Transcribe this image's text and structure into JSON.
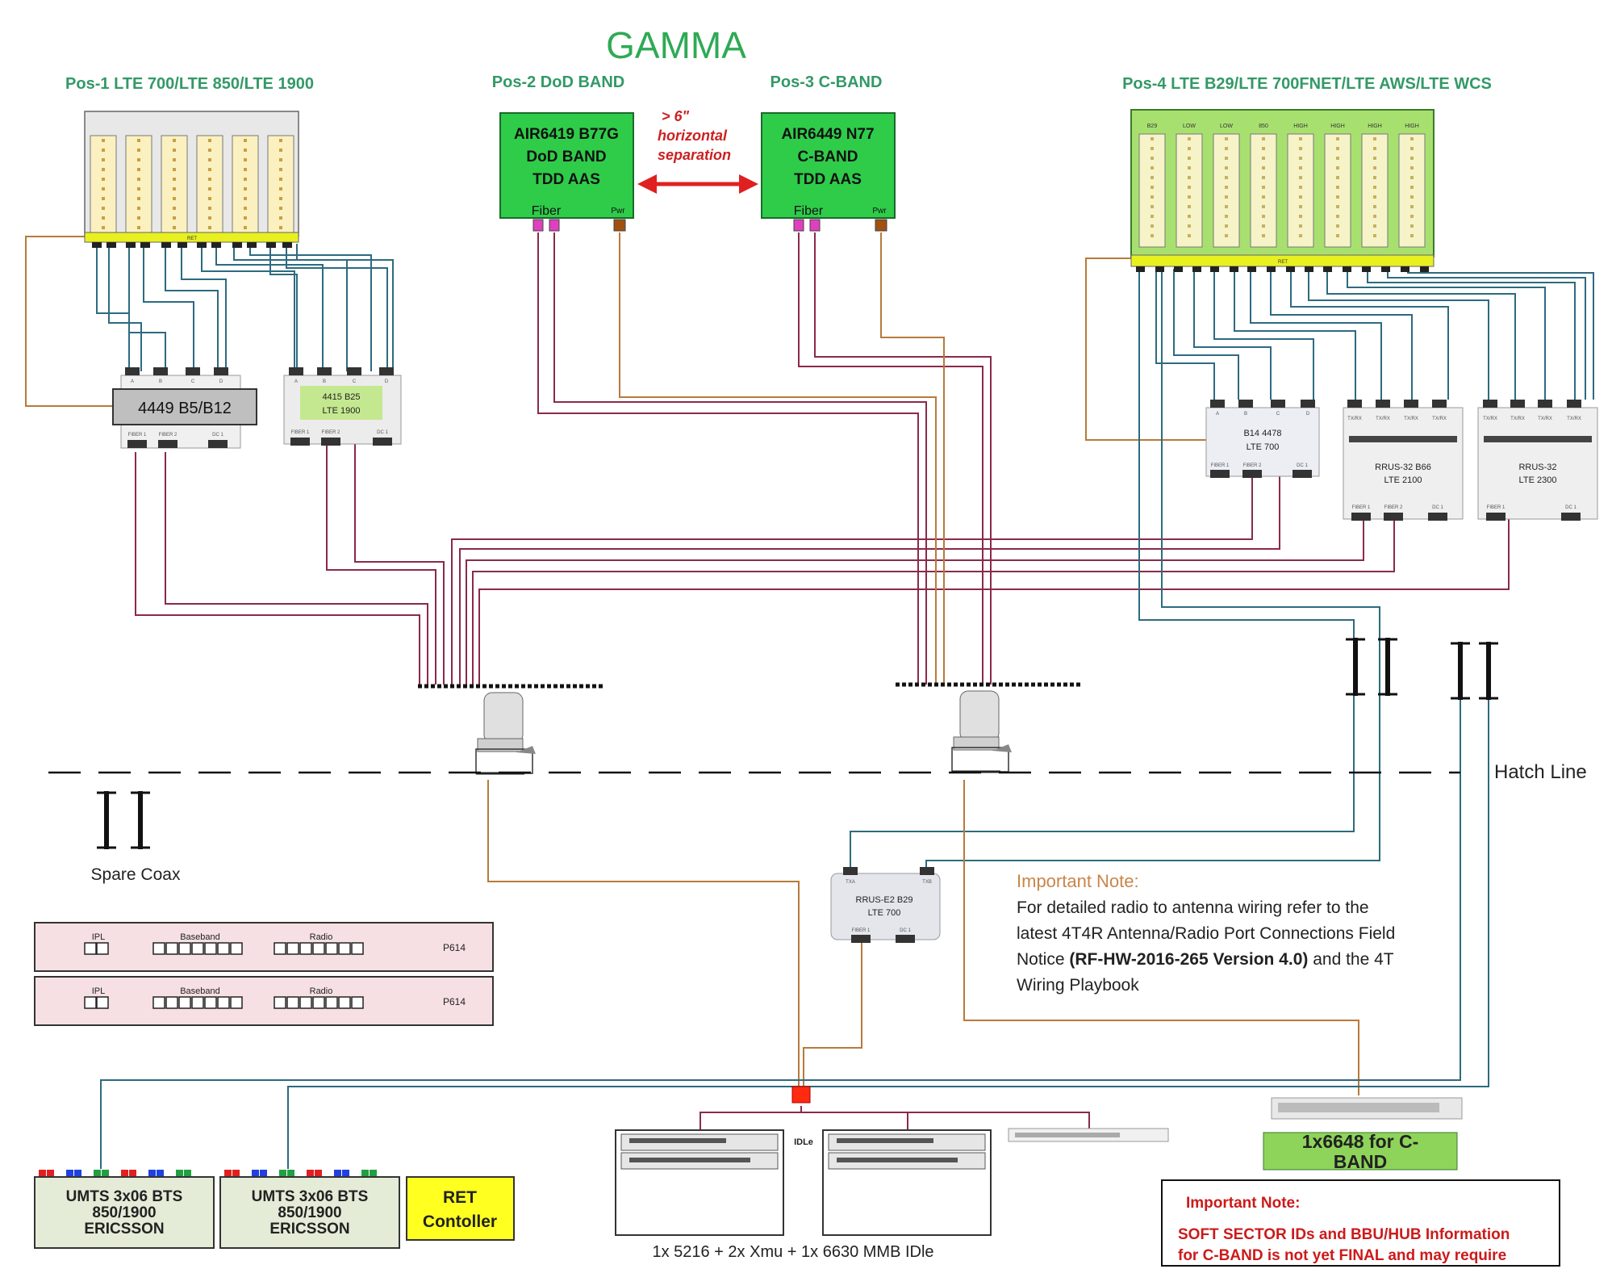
{
  "title": "GAMMA",
  "positions": {
    "pos1": "Pos-1 LTE 700/LTE 850/LTE 1900",
    "pos2": "Pos-2 DoD BAND",
    "pos3": "Pos-3 C-BAND",
    "pos4": "Pos-4 LTE B29/LTE 700FNET/LTE AWS/LTE WCS"
  },
  "air_dod": {
    "line1": "AIR6419 B77G",
    "line2": "DoD BAND",
    "line3": "TDD AAS",
    "fiber": "Fiber",
    "pwr": "Pwr"
  },
  "air_cband": {
    "line1": "AIR6449 N77",
    "line2": "C-BAND",
    "line3": "TDD AAS",
    "fiber": "Fiber",
    "pwr": "Pwr"
  },
  "separation": {
    "line1": "> 6\"",
    "line2": "horizontal",
    "line3": "separation"
  },
  "ret_label": "RET",
  "pos4_bands": [
    "B29",
    "LOW",
    "LOW",
    "850",
    "HIGH",
    "HIGH",
    "HIGH",
    "HIGH"
  ],
  "radios": {
    "r4449": {
      "label": "4449 B5/B12",
      "ports": [
        "A",
        "B",
        "C",
        "D"
      ],
      "bottom": [
        "FIBER 1",
        "FIBER 2",
        "DC 1"
      ]
    },
    "r4415": {
      "line1": "4415 B25",
      "line2": "LTE 1900",
      "ports": [
        "A",
        "B",
        "C",
        "D"
      ],
      "bottom": [
        "FIBER 1",
        "FIBER 2",
        "DC 1"
      ]
    },
    "rb14": {
      "line1": "B14 4478",
      "line2": "LTE 700",
      "ports": [
        "A",
        "B",
        "C",
        "D"
      ],
      "bottom": [
        "FIBER 1",
        "FIBER 2",
        "DC 1"
      ]
    },
    "rrus66": {
      "line1": "RRUS-32 B66",
      "line2": "LTE 2100",
      "ports": [
        "TX/RX",
        "TX/RX",
        "TX/RX",
        "TX/RX"
      ],
      "bottom": [
        "FIBER 1",
        "FIBER 2",
        "DC 1"
      ]
    },
    "rrus32": {
      "line1": "RRUS-32",
      "line2": "LTE 2300",
      "ports": [
        "TX/RX",
        "TX/RX",
        "TX/RX",
        "TX/RX"
      ],
      "bottom": [
        "FIBER 1",
        "DC 1"
      ]
    },
    "rrus29": {
      "line1": "RRUS-E2 B29",
      "line2": "LTE 700",
      "ports": [
        "TXA",
        "TXB"
      ],
      "bottom": [
        "FIBER 1",
        "DC 1"
      ]
    }
  },
  "hatch_line": "Hatch Line",
  "spare_coax": "Spare Coax",
  "p614_rows": [
    {
      "ipl": "IPL",
      "baseband": "Baseband",
      "radio": "Radio",
      "id": "P614"
    },
    {
      "ipl": "IPL",
      "baseband": "Baseband",
      "radio": "Radio",
      "id": "P614"
    }
  ],
  "note1": {
    "title": "Important Note:",
    "line1": "For detailed radio to antenna wiring refer to the",
    "line2": "latest 4T4R Antenna/Radio Port Connections Field",
    "line3_pre": "Notice ",
    "line3_bold": "(RF-HW-2016-265 Version 4.0)",
    "line3_post": " and the 4T",
    "line4": "Wiring Playbook"
  },
  "umts1": {
    "line1": "UMTS 3x06 BTS",
    "line2": "850/1900",
    "line3": "ERICSSON"
  },
  "umts2": {
    "line1": "UMTS 3x06 BTS",
    "line2": "850/1900",
    "line3": "ERICSSON"
  },
  "ret_controller": {
    "line1": "RET",
    "line2": "Contoller"
  },
  "idle_label": "IDLe",
  "bbu_caption": "1x 5216 + 2x Xmu + 1x 6630 MMB IDle",
  "cband_box": {
    "line1": "1x6648 for C-",
    "line2": "BAND"
  },
  "note2": {
    "title": "Important Note:",
    "line1": "SOFT SECTOR IDs and BBU/HUB Information",
    "line2": "for C-BAND is not yet FINAL and may require"
  },
  "colors": {
    "title_green": "#2eaa55",
    "heading_green": "#339966",
    "teal": "#2d6b80",
    "maroon": "#8a2a4a",
    "orange": "#b87a3a",
    "bright_green": "#2fcc4a",
    "lime": "#a8e070",
    "red": "#d42020"
  }
}
